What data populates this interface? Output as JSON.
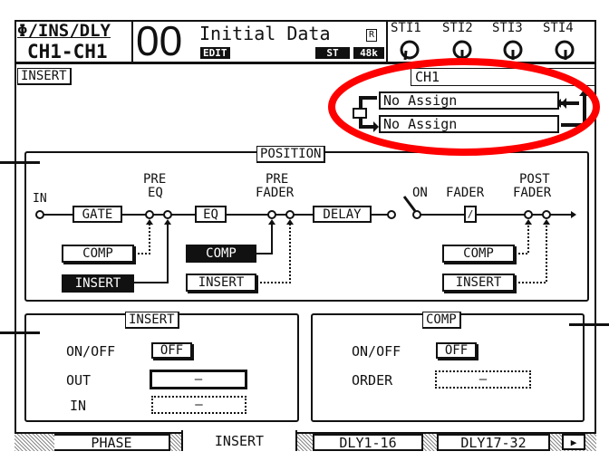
{
  "header": {
    "page_name": "Φ/INS/DLY",
    "channel_range": "CH1-CH1",
    "scene_number": "00",
    "scene_title": "Initial Data",
    "edit_badge": "EDIT",
    "r_badge": "R",
    "st_badge": "ST",
    "fs_badge": "48k",
    "st_knobs": [
      "STI1",
      "STI2",
      "STI3",
      "STI4"
    ]
  },
  "page": {
    "section_label": "INSERT",
    "channel": "CH1",
    "assign_out": "No Assign",
    "assign_in": "No Assign"
  },
  "position": {
    "title": "POSITION",
    "in": "IN",
    "gate": "GATE",
    "eq": "EQ",
    "delay": "DELAY",
    "on": "ON",
    "fader": "FADER",
    "pre_eq": [
      "PRE",
      "EQ"
    ],
    "pre_fader": [
      "PRE",
      "FADER"
    ],
    "post_fader": [
      "POST",
      "FADER"
    ],
    "comp": "COMP",
    "insert": "INSERT"
  },
  "insert_panel": {
    "title": "INSERT",
    "onoff_label": "ON/OFF",
    "onoff_value": "OFF",
    "out_label": "OUT",
    "out_value": "–",
    "in_label": "IN",
    "in_value": "–"
  },
  "comp_panel": {
    "title": "COMP",
    "onoff_label": "ON/OFF",
    "onoff_value": "OFF",
    "order_label": "ORDER",
    "order_value": "–"
  },
  "tabs": [
    "PHASE",
    "INSERT",
    "DLY1-16",
    "DLY17-32"
  ],
  "active_tab": "INSERT",
  "annotation_color": "#ff0000"
}
